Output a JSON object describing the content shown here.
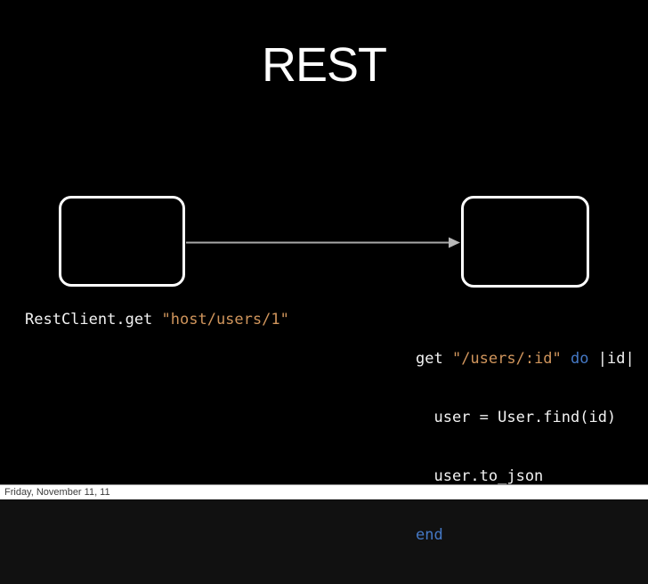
{
  "slide": {
    "title": "REST",
    "client_code": {
      "call": "RestClient.get ",
      "url_string": "\"host/users/1\""
    },
    "server_code": {
      "line1": {
        "method": "get ",
        "path_string": "\"/users/:id\"",
        "do_keyword": " do ",
        "block_params": "|id|"
      },
      "line2": "  user = User.find(id)",
      "line3": "  user.to_json",
      "line4_end_keyword": "end"
    },
    "footer": "Friday, November 11, 11",
    "colors": {
      "background": "#000000",
      "title_text": "#ffffff",
      "code_text": "#f2f2f2",
      "string_orange": "#d0955c",
      "keyword_blue": "#4579c6",
      "arrow_gray": "#a8a8a8",
      "box_border": "#ffffff",
      "footer_bg": "#ffffff",
      "footer_text": "#3c3c3c"
    }
  }
}
